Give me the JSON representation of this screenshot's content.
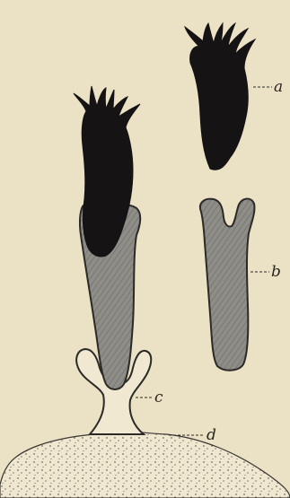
{
  "figure": {
    "labels": {
      "a": "a",
      "b": "b",
      "c": "c",
      "d": "d"
    },
    "colors": {
      "background": "#ebe1c5",
      "dark_tissue": "#151313",
      "gray_body": "#8a8a86",
      "outline": "#2b2a27",
      "stipple": "#3a3630"
    }
  }
}
